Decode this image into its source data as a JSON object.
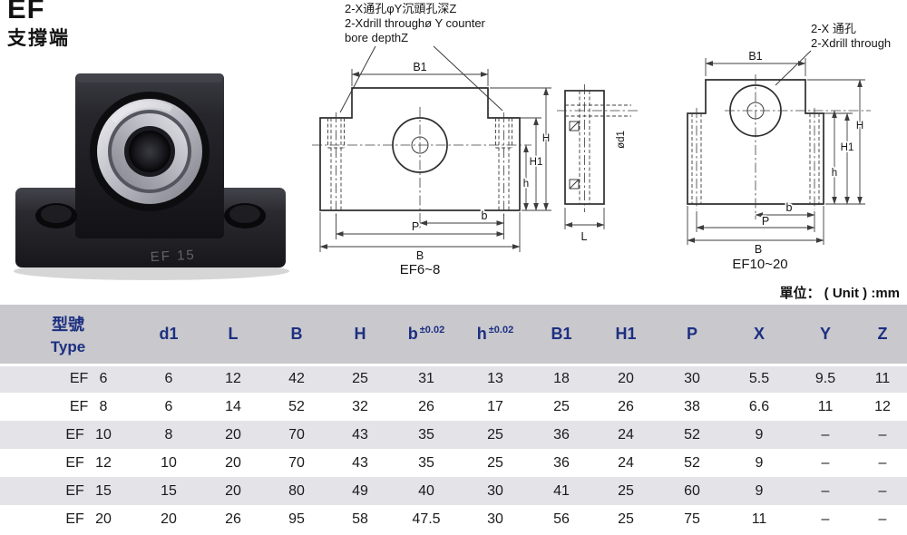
{
  "page": {
    "title": "EF",
    "subtitle": "支撐端",
    "unit_label": "單位： ( Unit ) :mm"
  },
  "photo": {
    "caption": "EF 15"
  },
  "drawing_small": {
    "caption": "EF6~8",
    "note_line1": "2-X通孔φY沉頭孔深Z",
    "note_line2": "2-Xdrill throughø Y counter",
    "note_line3": "bore depthZ",
    "dims": {
      "B1": "B1",
      "H": "H",
      "H1": "H1",
      "h": "h",
      "b": "b",
      "P": "P",
      "B": "B"
    }
  },
  "drawing_large": {
    "caption": "EF10~20",
    "note_line1": "2-X 通孔",
    "note_line2": "2-Xdrill through",
    "dims": {
      "B1": "B1",
      "H": "H",
      "H1": "H1",
      "h": "h",
      "b": "b",
      "P": "P",
      "B": "B",
      "L": "L",
      "d1": "ød1"
    }
  },
  "table": {
    "headers": [
      {
        "line1": "型號",
        "line2": "Type"
      },
      {
        "line1": "d1"
      },
      {
        "line1": "L"
      },
      {
        "line1": "B"
      },
      {
        "line1": "H"
      },
      {
        "line1": "b",
        "sup": "±0.02"
      },
      {
        "line1": "h",
        "sup": "±0.02"
      },
      {
        "line1": "B1"
      },
      {
        "line1": "H1"
      },
      {
        "line1": "P"
      },
      {
        "line1": "X"
      },
      {
        "line1": "Y"
      },
      {
        "line1": "Z"
      }
    ],
    "rows": [
      {
        "series": "EF",
        "size": "6",
        "values": [
          "6",
          "12",
          "42",
          "25",
          "31",
          "13",
          "18",
          "20",
          "30",
          "5.5",
          "9.5",
          "11"
        ]
      },
      {
        "series": "EF",
        "size": "8",
        "values": [
          "6",
          "14",
          "52",
          "32",
          "26",
          "17",
          "25",
          "26",
          "38",
          "6.6",
          "11",
          "12"
        ]
      },
      {
        "series": "EF",
        "size": "10",
        "values": [
          "8",
          "20",
          "70",
          "43",
          "35",
          "25",
          "36",
          "24",
          "52",
          "9",
          "–",
          "–"
        ]
      },
      {
        "series": "EF",
        "size": "12",
        "values": [
          "10",
          "20",
          "70",
          "43",
          "35",
          "25",
          "36",
          "24",
          "52",
          "9",
          "–",
          "–"
        ]
      },
      {
        "series": "EF",
        "size": "15",
        "values": [
          "15",
          "20",
          "80",
          "49",
          "40",
          "30",
          "41",
          "25",
          "60",
          "9",
          "–",
          "–"
        ]
      },
      {
        "series": "EF",
        "size": "20",
        "values": [
          "20",
          "26",
          "95",
          "58",
          "47.5",
          "30",
          "56",
          "25",
          "75",
          "11",
          "–",
          "–"
        ]
      }
    ]
  },
  "colors": {
    "header_bg": "#c8c8cd",
    "header_text": "#1d2f80",
    "row_alt_bg": "#e4e4e8"
  }
}
